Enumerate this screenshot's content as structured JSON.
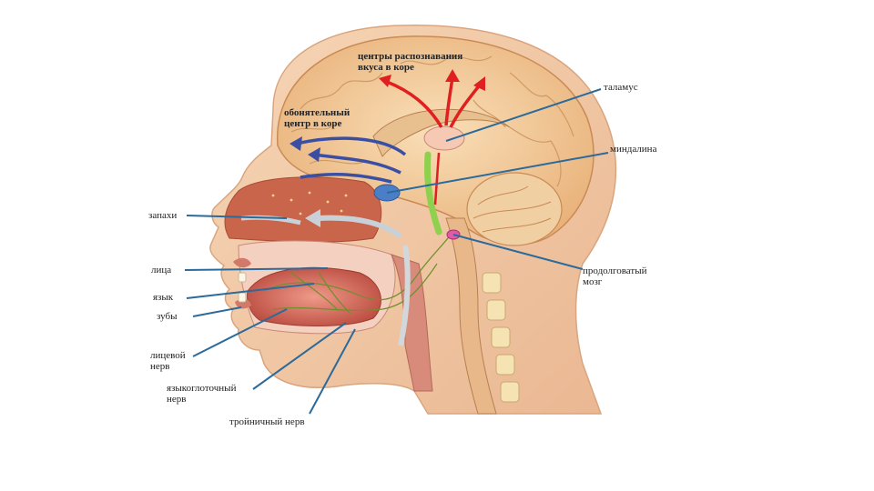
{
  "labels": {
    "taste_centers": "центры распознавания\nвкуса в коре",
    "olfactory_center": "обонятельный\nцентр в коре",
    "thalamus": "таламус",
    "amygdala": "миндалина",
    "smells": "запахи",
    "face": "лица",
    "tongue": "язык",
    "teeth": "зубы",
    "facial_nerve": "лицевой\nнерв",
    "glossopharyngeal": "языкоглоточный\nнерв",
    "trigeminal": "тройничный нерв",
    "medulla": "продолговатый\nмозг"
  },
  "colors": {
    "skin": "#f1caa5",
    "brain": "#f3cf9c",
    "nerve_line": "#2b6a9a",
    "taste_arrow": "#e02020",
    "olfactory_arrow": "#3a4fa3",
    "green_pathway": "#8fd14f"
  }
}
